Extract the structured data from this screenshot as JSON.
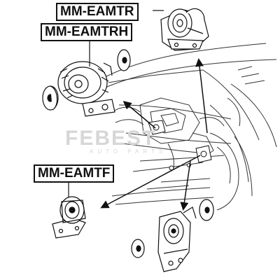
{
  "labels": {
    "eamtr": "MM-EAMTR",
    "eamtrh": "MM-EAMTRH",
    "eamtf": "MM-EAMTF"
  },
  "watermark": {
    "brand": "FEBEST",
    "tagline": "AUTO PARTS"
  }
}
